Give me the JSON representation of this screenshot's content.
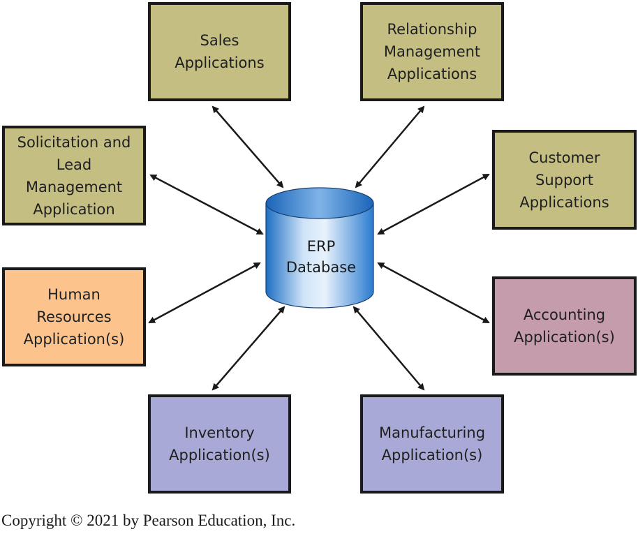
{
  "database": {
    "label": "ERP\nDatabase"
  },
  "applications": {
    "sales": "Sales\nApplications",
    "relationship": "Relationship\nManagement\nApplications",
    "solicitation": "Solicitation and\nLead\nManagement\nApplication",
    "customer_support": "Customer\nSupport\nApplications",
    "human_resources": "Human\nResources\nApplication(s)",
    "accounting": "Accounting\nApplication(s)",
    "inventory": "Inventory\nApplication(s)",
    "manufacturing": "Manufacturing\nApplication(s)"
  },
  "colors": {
    "olive": "#c5be82",
    "peach": "#fcc48c",
    "mauve": "#c49cac",
    "lavender": "#a9a9d7",
    "database_blue": "#7fb2e5",
    "border": "#1a1a1a"
  },
  "copyright": "Copyright © 2021 by Pearson Education, Inc."
}
